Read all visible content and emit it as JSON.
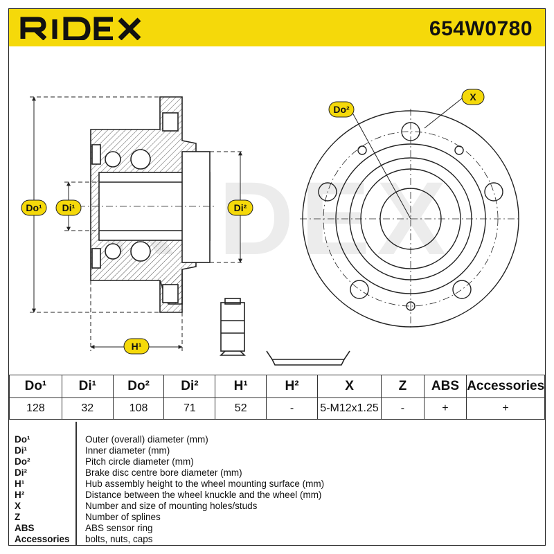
{
  "header": {
    "brand": "RIDEX",
    "part_number": "654W0780"
  },
  "drawing": {
    "watermark": "RIDEX",
    "labels": {
      "do1": "Do¹",
      "di1": "Di¹",
      "di2": "Di²",
      "h1": "H¹",
      "do2": "Do²",
      "x": "X"
    }
  },
  "colors": {
    "accent_yellow": "#f5d90a",
    "line": "#222222",
    "hatch_gray": "#888888"
  },
  "spec_table": {
    "headers": [
      "Do¹",
      "Di¹",
      "Do²",
      "Di²",
      "H¹",
      "H²",
      "X",
      "Z",
      "ABS",
      "Accessories"
    ],
    "values": [
      "128",
      "32",
      "108",
      "71",
      "52",
      "-",
      "5-M12x1.25",
      "-",
      "+",
      "+"
    ]
  },
  "legend": [
    {
      "key": "Do¹",
      "desc": "Outer (overall) diameter (mm)"
    },
    {
      "key": "Di¹",
      "desc": "Inner diameter (mm)"
    },
    {
      "key": "Do²",
      "desc": "Pitch circle diameter (mm)"
    },
    {
      "key": "Di²",
      "desc": "Brake disc centre bore diameter (mm)"
    },
    {
      "key": "H¹",
      "desc": "Hub assembly height to the wheel mounting surface (mm)"
    },
    {
      "key": "H²",
      "desc": "Distance between the wheel knuckle and the wheel (mm)"
    },
    {
      "key": "X",
      "desc": "Number and size of mounting holes/studs"
    },
    {
      "key": "Z",
      "desc": "Number of splines"
    },
    {
      "key": "ABS",
      "desc": "ABS sensor ring"
    },
    {
      "key": "Accessories",
      "desc": "bolts, nuts, caps"
    }
  ]
}
